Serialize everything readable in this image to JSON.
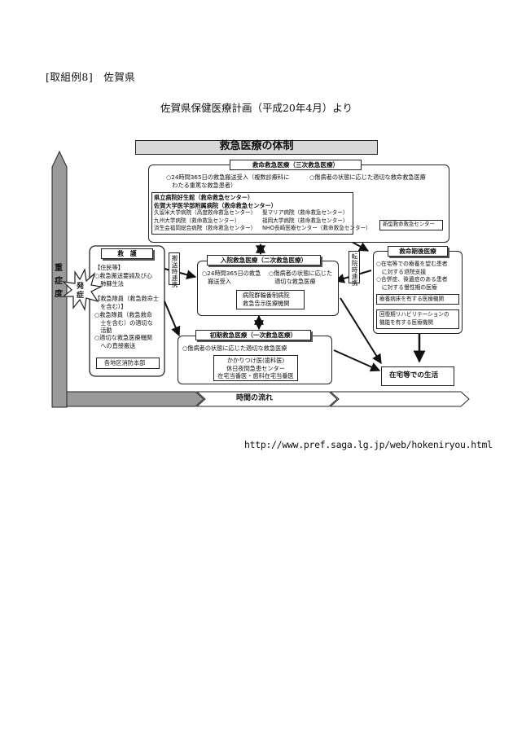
{
  "case_label": "[取組例8]　佐賀県",
  "subtitle": "佐賀県保健医療計画（平成20年4月）より",
  "url": "http://www.pref.saga.lg.jp/web/hokeniryou.html",
  "diagram": {
    "title": "救急医療の体制",
    "severity_axis": "重\n症\n度",
    "time_axis": "時間の流れ",
    "onset": "発\n症",
    "tertiary": {
      "header": "救命救急医療（三次救急医療）",
      "item1": "○24時間365日の救急搬送受入（複数診療科に\n　わたる重篤な救急患者）",
      "item2": "○傷病者の状態に応じた適切な救命救急医療",
      "hospital_heading": "県立病院好生館（救命救急センター）\n佐賀大学医学部附属病院（救命救急センター）",
      "hospitals_left": "久留米大学病院（高度救命救急センター）\n九州大学病院（救命救急センター）\n済生会福岡総合病院（救命救急センター）",
      "hospitals_right": "聖マリア病院（救命救急センター）\n福岡大学病院（救命救急センター）\nNHO長崎医療センター（救命救急センター）",
      "new_center": "新型救命救急センター"
    },
    "rescue": {
      "header": "救　護",
      "residents_label": "【住民等】",
      "residents_item": "○救急搬送要請及び心\n　肺蘇生法",
      "crew_label": "【救急隊員（救急救命士\n　を含む）】",
      "crew_item1": "○救急隊員（救急救命\n　士を含む）の適切な\n　活動",
      "crew_item2": "○適切な救急医療機関\n　への直接搬送",
      "fire_dept": "各地区消防本部"
    },
    "transport_label": "搬送時連携",
    "transfer_label": "転院時連携",
    "secondary": {
      "header": "入院救急医療（二次救急医療）",
      "item1": "○24時間365日の救急\n　搬送受入",
      "item2": "○傷病者の状態に応じた\n　適切な救急医療",
      "facility": "病院群輪番制病院\n救急告示医療機関"
    },
    "primary": {
      "header": "初期救急医療（一次救急医療）",
      "item": "○傷病者の状態に応じた適切な救急医療",
      "facility": "かかりつけ医(歯科医)\n休日夜間急患センター\n在宅当番医・歯科在宅当番医"
    },
    "recovery": {
      "header": "救命期後医療",
      "item1": "○在宅等での療養を望む患者\n　に対する退院支援",
      "item2": "○合併症、後遺症のある患者\n　に対する慢性期の医療",
      "facility1": "療養病床を有する医療機関",
      "facility2": "回復期リハビリテーションの\n機能を有する医療機関"
    },
    "home_life": "在宅等での生活"
  }
}
